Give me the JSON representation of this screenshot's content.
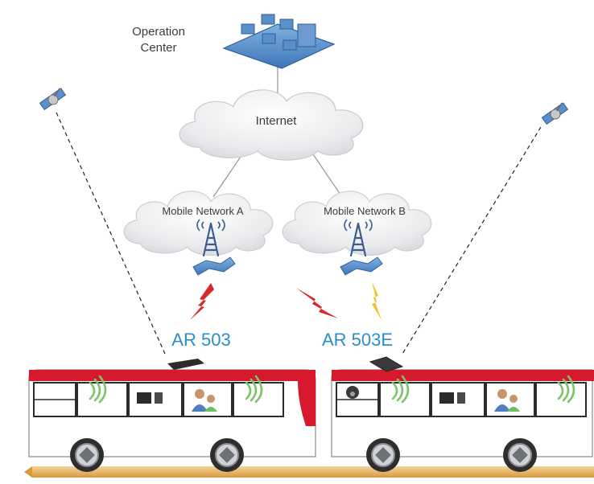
{
  "diagram": {
    "operation_center": {
      "line1": "Operation",
      "line2": "Center"
    },
    "internet": "Internet",
    "network_a": "Mobile Network A",
    "network_b": "Mobile Network B",
    "device_left": "AR 503",
    "device_right": "AR 503E"
  },
  "colors": {
    "accent_blue": "#2a8fc7",
    "bus_red": "#d7192e",
    "road_gold": "#e7b35a",
    "lightning_red": "#d8282a",
    "lightning_yellow": "#f2c12e",
    "cloud": "#e9eaec"
  }
}
